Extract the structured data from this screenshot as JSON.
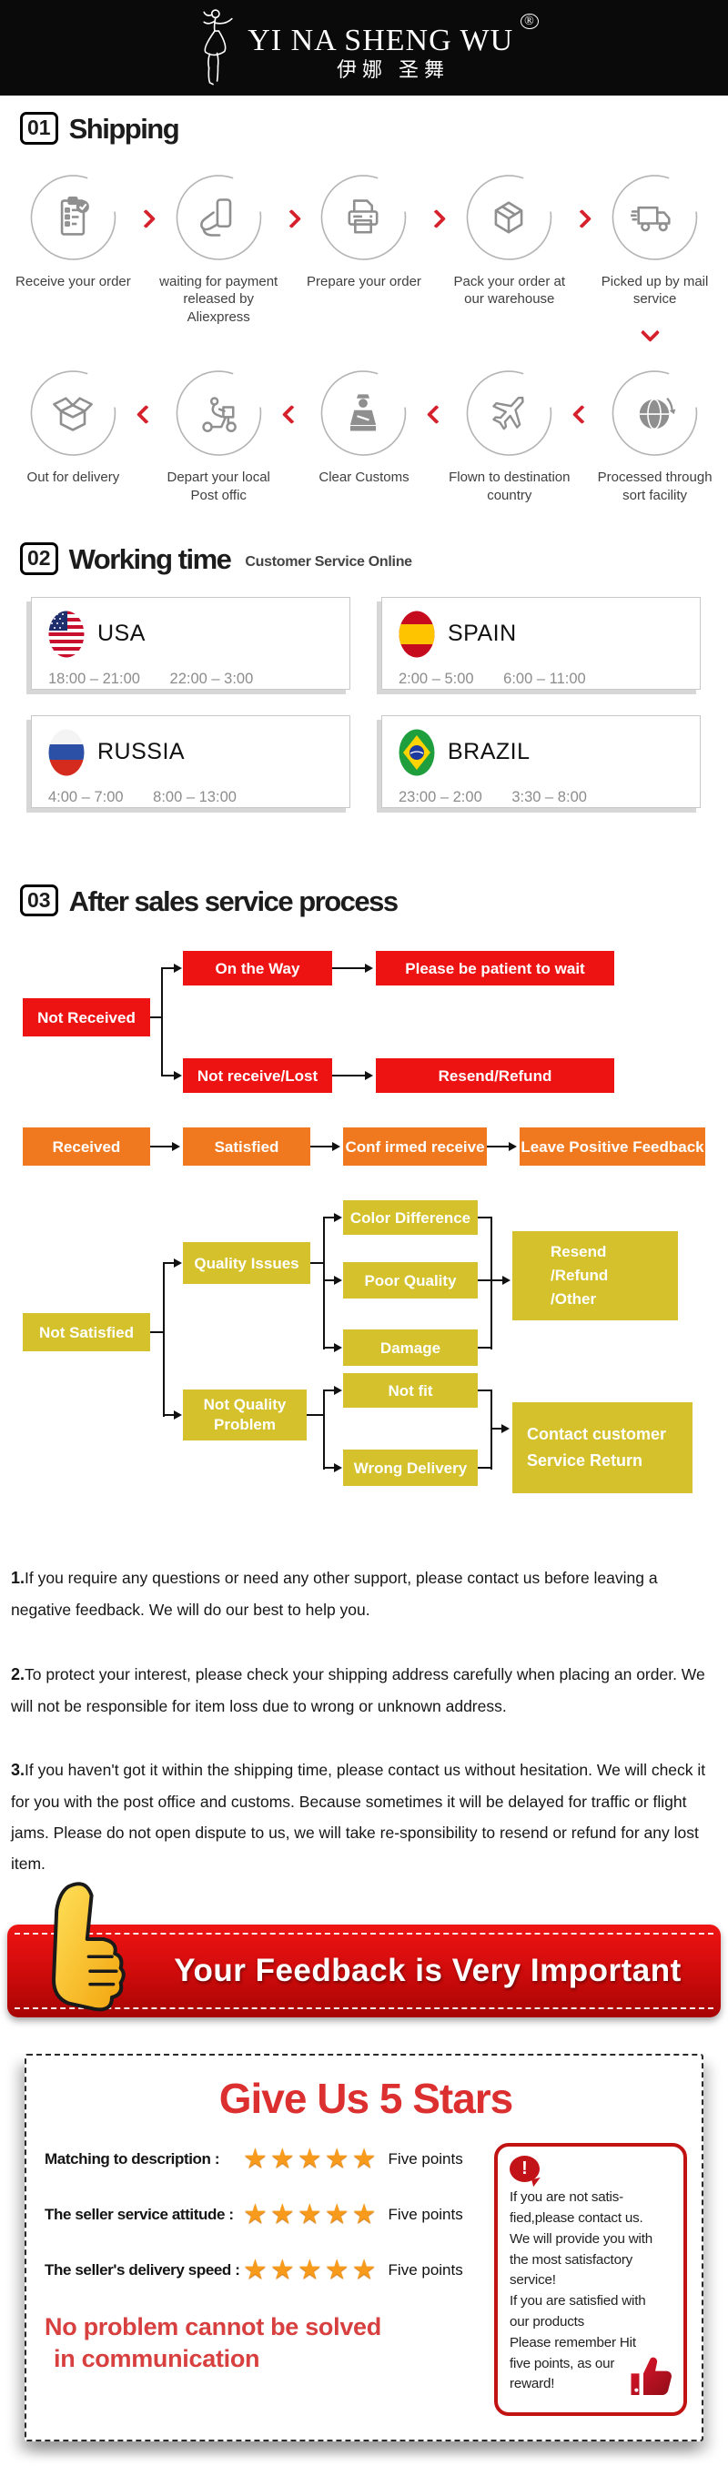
{
  "header": {
    "brand": "YI NA SHENG WU",
    "registered": "®",
    "brand_cn": "伊娜 圣舞"
  },
  "shipping": {
    "num": "01",
    "title": "Shipping",
    "row1": [
      {
        "icon": "order-clipboard",
        "label": "Receive your order"
      },
      {
        "icon": "payment-card-hand",
        "label": "waiting for payment released by Aliexpress"
      },
      {
        "icon": "printer",
        "label": "Prepare your order"
      },
      {
        "icon": "package-box",
        "label": "Pack your order at our warehouse"
      },
      {
        "icon": "delivery-truck",
        "label": "Picked up by mail service"
      }
    ],
    "row2": [
      {
        "icon": "open-box",
        "label": "Out for delivery"
      },
      {
        "icon": "delivery-scooter",
        "label": "Depart your local Post offic"
      },
      {
        "icon": "customs-officer",
        "label": "Clear Customs"
      },
      {
        "icon": "airplane",
        "label": "Flown to destination country"
      },
      {
        "icon": "globe",
        "label": "Processed through sort facility"
      }
    ]
  },
  "working_time": {
    "num": "02",
    "title": "Working time",
    "subtitle": "Customer Service Online",
    "countries": [
      {
        "name": "USA",
        "flag": "usa",
        "time1": "18:00 – 21:00",
        "time2": "22:00 – 3:00"
      },
      {
        "name": "SPAIN",
        "flag": "spain",
        "time1": "2:00 – 5:00",
        "time2": "6:00 – 11:00"
      },
      {
        "name": "RUSSIA",
        "flag": "russia",
        "time1": "4:00 – 7:00",
        "time2": "8:00 – 13:00"
      },
      {
        "name": "BRAZIL",
        "flag": "brazil",
        "time1": "23:00 – 2:00",
        "time2": "3:30 – 8:00"
      }
    ]
  },
  "after_sales": {
    "num": "03",
    "title": "After sales service process",
    "red": {
      "not_received": "Not Received",
      "on_the_way": "On the Way",
      "be_patient": "Please be patient to wait",
      "not_receive_lost": "Not receive/Lost",
      "resend_refund": "Resend/Refund"
    },
    "orange": {
      "received": "Received",
      "satisfied": "Satisfied",
      "confirmed": "Conf irmed receive",
      "leave_feedback": "Leave Positive Feedback"
    },
    "yellow": {
      "not_satisfied": "Not Satisfied",
      "quality_issues": "Quality Issues",
      "color_difference": "Color Difference",
      "poor_quality": "Poor Quality",
      "damage": "Damage",
      "resend_lines": [
        "Resend",
        "/Refund",
        "/Other"
      ],
      "not_quality_lines": [
        "Not Quality",
        "Problem"
      ],
      "not_fit": "Not fit",
      "wrong_delivery": "Wrong Delivery",
      "contact_lines": [
        "Contact customer",
        "Service Return"
      ]
    }
  },
  "notes": [
    {
      "num": "1.",
      "text": "If you require any questions or need any other support, please contact us before leaving a negative feedback. We will do our best to help you."
    },
    {
      "num": "2.",
      "text": "To protect your interest, please check your shipping address carefully when placing an order. We will not be responsible for item loss due to wrong or unknown address."
    },
    {
      "num": "3.",
      "text": "If you haven't got it within the shipping time, please contact us without hesitation. We will check it for you with the post office and customs. Because sometimes it will be delayed for traffic or flight jams. Please do not open dispute to us, we will take re-sponsibility to resend or refund for any lost item."
    }
  ],
  "banner": {
    "text": "Your Feedback is Very Important"
  },
  "stars_section": {
    "title": "Give Us 5 Stars",
    "rows": [
      {
        "label": "Matching to description :"
      },
      {
        "label": "The seller service attitude :"
      },
      {
        "label": "The seller's delivery speed :"
      }
    ],
    "star_count": 5,
    "points_label": "Five points",
    "big_text_line1": "No problem cannot be solved",
    "big_text_line2": "in communication",
    "warning_lines": [
      "If you are not satis-",
      "fied,please contact us.",
      "We will provide you with",
      "the most satisfactory",
      "service!",
      "If you are satisfied with",
      "our products",
      "Please remember Hit",
      "five points, as our",
      "reward!"
    ]
  },
  "colors": {
    "flow_red": "#ee1313",
    "flow_orange": "#f0791f",
    "flow_yellow": "#d4c12b",
    "banner_red": "#d40c0c",
    "title_red": "#dc3030",
    "star_orange": "#f89b1c",
    "chevron_red": "#d6202c"
  }
}
